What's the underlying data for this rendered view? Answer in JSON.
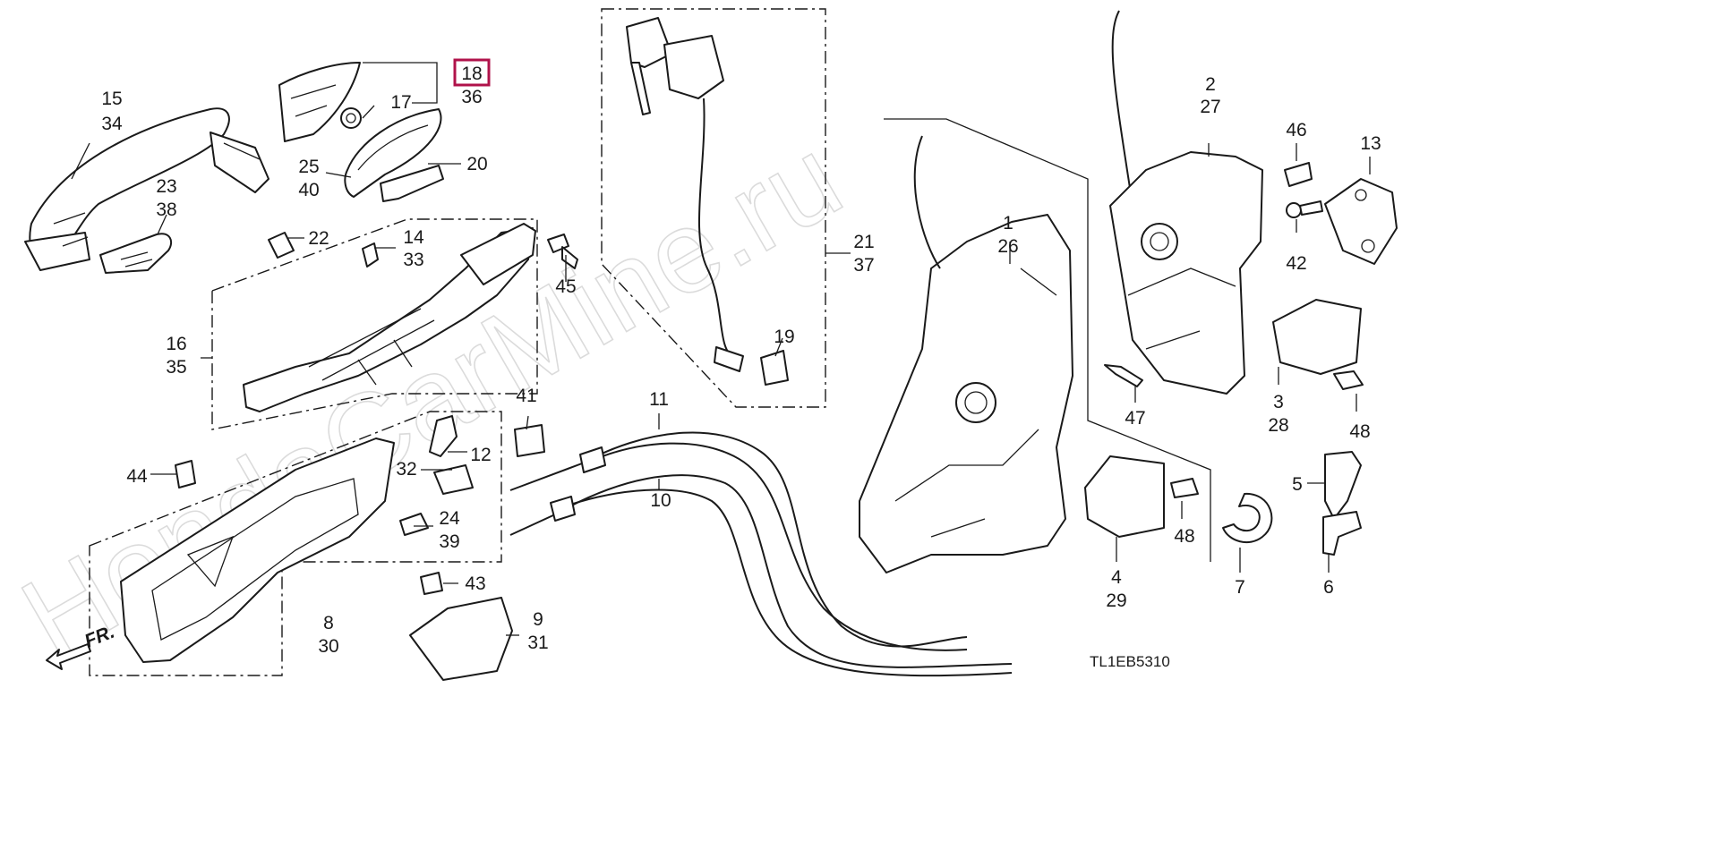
{
  "diagram": {
    "watermark": "HondaCarMine.ru",
    "direction_label": "FR.",
    "diagram_code": "TL1EB5310",
    "highlighted_part": "18",
    "labels": {
      "p15": "15",
      "p34": "34",
      "p18": "18",
      "p36": "36",
      "p17": "17",
      "p25": "25",
      "p40": "40",
      "p20": "20",
      "p23": "23",
      "p38": "38",
      "p14": "14",
      "p33": "33",
      "p22": "22",
      "p16": "16",
      "p35": "35",
      "p45": "45",
      "p21": "21",
      "p37": "37",
      "p19": "19",
      "p41": "41",
      "p12": "12",
      "p32": "32",
      "p24": "24",
      "p39": "39",
      "p44": "44",
      "p43": "43",
      "p8": "8",
      "p30": "30",
      "p9": "9",
      "p31": "31",
      "p11": "11",
      "p10": "10",
      "p1": "1",
      "p26": "26",
      "p2": "2",
      "p27": "27",
      "p46": "46",
      "p13": "13",
      "p42": "42",
      "p47": "47",
      "p3": "3",
      "p28": "28",
      "p48a": "48",
      "p4": "4",
      "p29": "29",
      "p48b": "48",
      "p5": "5",
      "p7": "7",
      "p6": "6"
    }
  }
}
